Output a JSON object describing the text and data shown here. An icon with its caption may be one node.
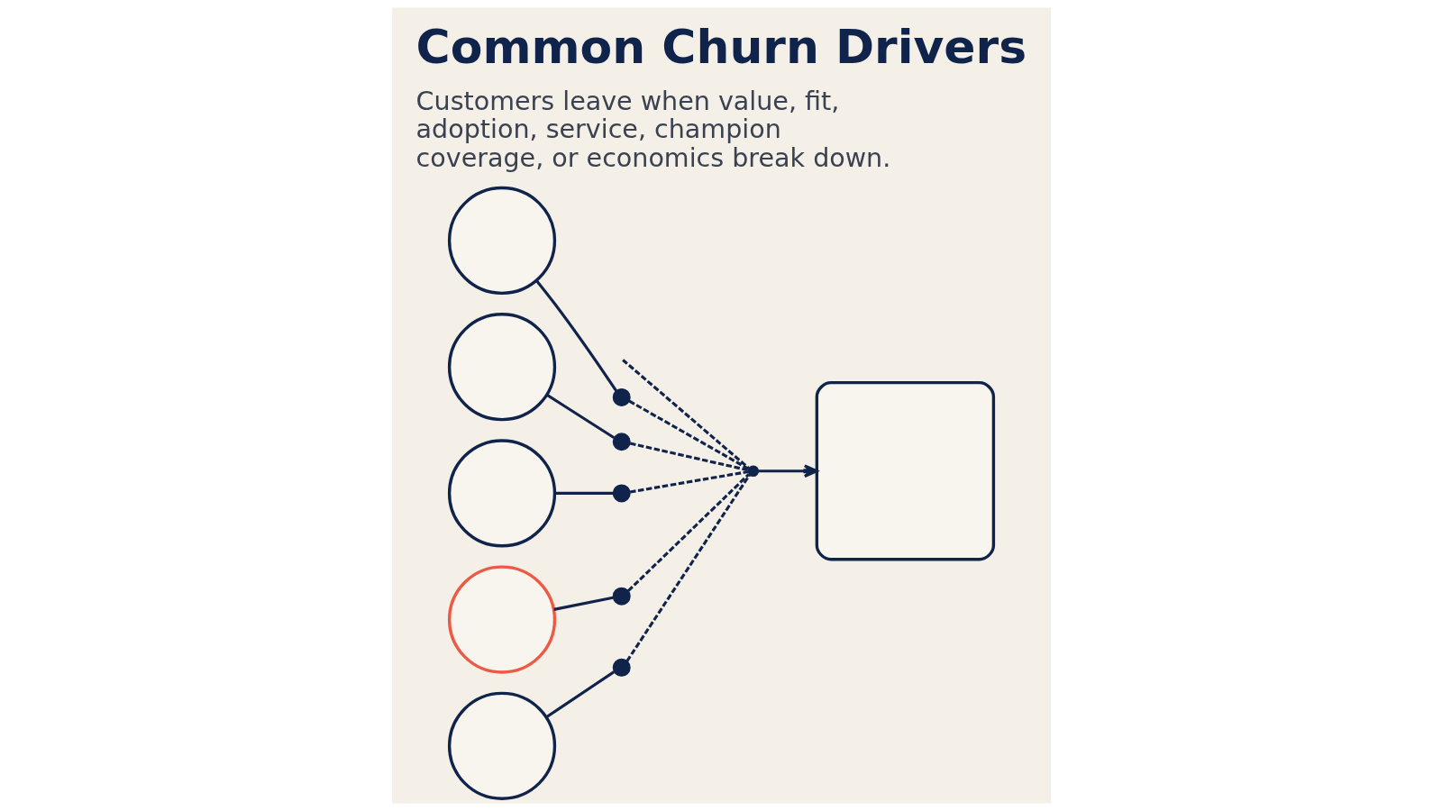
{
  "diagram": {
    "title": "Common Churn Drivers",
    "caption": "Customers leave when value, fit, adoption, service, champion coverage, or economics break down.",
    "nodes": [
      {
        "text": [],
        "shape": "circle"
      },
      {
        "text": [],
        "shape": "circle"
      },
      {
        "text": [],
        "shape": "circle"
      },
      {
        "text": [],
        "shape": "circle"
      },
      {
        "text": [],
        "shape": "circle"
      },
      {
        "text": [],
        "shape": "dot"
      },
      {
        "text": [],
        "shape": "dot"
      },
      {
        "text": [],
        "shape": "dot"
      },
      {
        "text": [],
        "shape": "dot"
      },
      {
        "text": [],
        "shape": "dot"
      },
      {
        "text": [],
        "shape": "dot"
      },
      {
        "text": [],
        "shape": "box"
      }
    ],
    "edges": [
      {
        "from": 0,
        "to": 5,
        "arrow": "none"
      },
      {
        "from": 1,
        "to": 6,
        "arrow": "none"
      },
      {
        "from": 2,
        "to": 7,
        "arrow": "none"
      },
      {
        "from": 3,
        "to": 8,
        "arrow": "none"
      },
      {
        "from": 4,
        "to": 9,
        "arrow": "none"
      },
      {
        "from": null,
        "to": 10,
        "arrow": "none",
        "style": "dashed"
      },
      {
        "from": 5,
        "to": 10,
        "arrow": "none",
        "style": "dashed"
      },
      {
        "from": 6,
        "to": 10,
        "arrow": "none",
        "style": "dashed"
      },
      {
        "from": 7,
        "to": 10,
        "arrow": "none",
        "style": "dashed"
      },
      {
        "from": 8,
        "to": 10,
        "arrow": "none",
        "style": "dashed"
      },
      {
        "from": 9,
        "to": 10,
        "arrow": "none",
        "style": "dashed"
      },
      {
        "from": 10,
        "to": 11,
        "arrow": "to"
      }
    ]
  }
}
